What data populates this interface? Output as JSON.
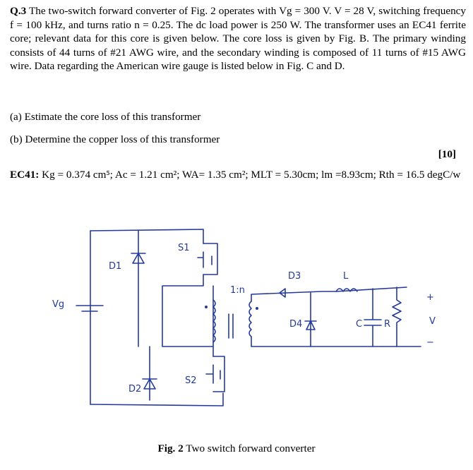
{
  "question": {
    "label": "Q.3",
    "text": " The two-switch forward converter of Fig. 2 operates with Vg = 300 V. V = 28 V, switching frequency f = 100 kHz, and turns ratio n = 0.25. The dc load power is 250 W. The transformer uses an EC41 ferrite core; relevant data for this core is given below. The core loss is given by Fig. B. The primary winding consists of 44 turns of #21 AWG wire, and the secondary winding is composed of 11 turns of #15 AWG wire. Data regarding the American wire gauge is listed below in Fig. C and D."
  },
  "parts": [
    {
      "text": "(a) Estimate the core loss of this transformer"
    },
    {
      "text": "(b) Determine the copper loss of this transformer"
    }
  ],
  "marks": "[10]",
  "core_data": {
    "label": "EC41:",
    "text": " Kg = 0.374 cm⁵; Ac = 1.21 cm²; WA= 1.35 cm²; MLT = 5.30cm; lm =8.93cm; Rth = 16.5 degC/w"
  },
  "figure": {
    "labels": {
      "s1": "S1",
      "d1": "D1",
      "d2": "D2",
      "s2": "S2",
      "d3": "D3",
      "d4": "D4",
      "l": "L",
      "c": "C",
      "r": "R",
      "vg": "Vg",
      "v": "V",
      "plus": "+",
      "minus": "−",
      "ratio": "1:n"
    },
    "caption_label": "Fig. 2",
    "caption_text": " Two switch forward converter"
  },
  "colors": {
    "ink": "#233a9c",
    "text": "#000000"
  }
}
